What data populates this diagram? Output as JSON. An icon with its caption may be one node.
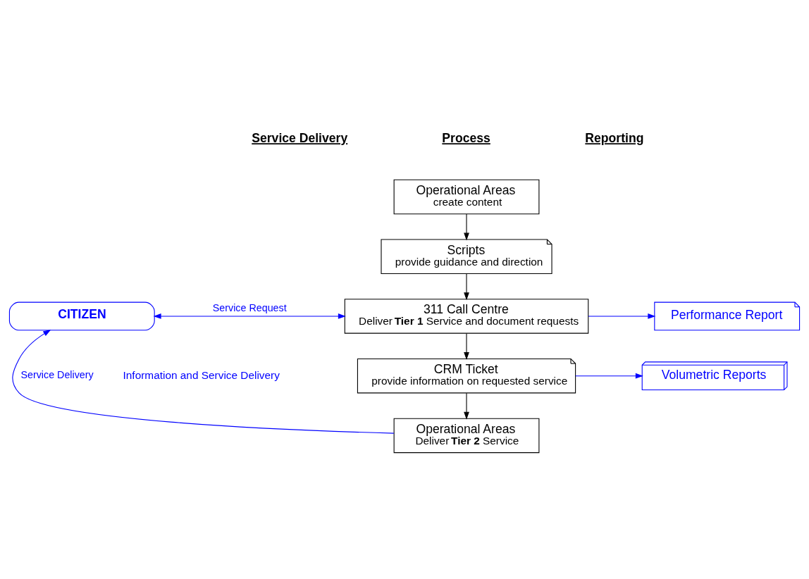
{
  "diagram": {
    "nodes": [
      {
        "text": [
          "Operational Areas",
          "create content"
        ]
      },
      {
        "text": [
          "Scripts",
          "provide guidance and direction"
        ]
      },
      {
        "text": [
          "311 Call Centre",
          "Deliver **Tier 1** Service and document requests"
        ]
      },
      {
        "text": [
          "CRM Ticket",
          "provide information on requested service"
        ]
      },
      {
        "text": [
          "Operational Areas",
          "Deliver **Tier 2** Service"
        ]
      },
      {
        "text": [
          "CITIZEN"
        ]
      },
      {
        "text": [
          "Performance Report"
        ]
      },
      {
        "text": [
          "Volumetric Reports"
        ]
      }
    ],
    "edges": [
      {
        "from": 0,
        "to": 1,
        "arrow": "to"
      },
      {
        "from": 1,
        "to": 2,
        "arrow": "to"
      },
      {
        "from": 2,
        "to": 3,
        "arrow": "to"
      },
      {
        "from": 3,
        "to": 4,
        "arrow": "to"
      },
      {
        "from": 5,
        "to": 2,
        "arrow": "both",
        "label": "Service Request",
        "color": "#0000ff"
      },
      {
        "from": 2,
        "to": 6,
        "arrow": "to",
        "color": "#0000ff"
      },
      {
        "from": 3,
        "to": 7,
        "arrow": "to",
        "color": "#0000ff"
      },
      {
        "from": 4,
        "to": 5,
        "arrow": "to",
        "label": "Service Delivery",
        "color": "#0000ff"
      }
    ],
    "labels": [
      "Service Delivery",
      "Process",
      "Reporting",
      "Information and Service Delivery"
    ]
  }
}
